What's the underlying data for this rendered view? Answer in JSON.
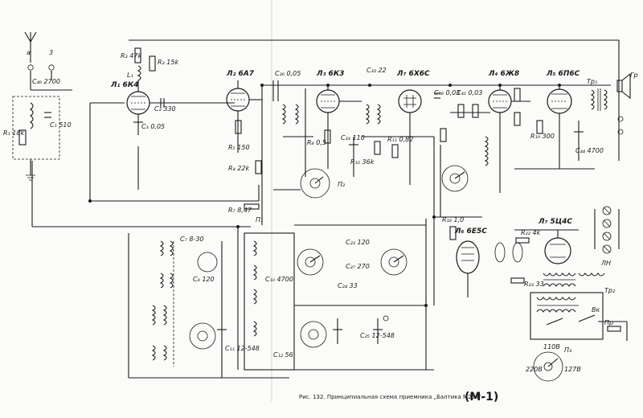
{
  "antenna": {
    "label_a": "a",
    "label_3": "3"
  },
  "input_circuit": {
    "c_top": "C₄₉ 2700",
    "r1": "R₁ 18k",
    "c1": "C₁ 510"
  },
  "tubes": [
    {
      "label": "Л₁ 6К4"
    },
    {
      "label": "Л₂ 6А7"
    },
    {
      "label": "Л₃ 6К3"
    },
    {
      "label": "Л₄ 6Ж8"
    },
    {
      "label": "Л₅ 6П6С"
    },
    {
      "label": "Л₇ 6Х6С"
    },
    {
      "label": "Л₆ 6Е5С"
    },
    {
      "label": "Л₇ 5Ц4С"
    }
  ],
  "components": [
    {
      "label": "R₃ 47k"
    },
    {
      "label": "R₂ 15k"
    },
    {
      "label": "L₁"
    },
    {
      "label": "C₂ 330"
    },
    {
      "label": "C₃ 0,05"
    },
    {
      "label": "R₅ 150"
    },
    {
      "label": "R₄ 22k"
    },
    {
      "label": "R₇ 8,47"
    },
    {
      "label": "C₂₆ 0,05"
    },
    {
      "label": "C₃₂ 22"
    },
    {
      "label": "R₁₀ 36k"
    },
    {
      "label": "R₈ 0,5"
    },
    {
      "label": "R₁₁ 0,82"
    },
    {
      "label": "C₃₃ 110"
    },
    {
      "label": "C₃₈ 0,03"
    },
    {
      "label": "C₄₁ 0,03"
    },
    {
      "label": "R₁₉ 300"
    },
    {
      "label": "C₄₄ 4700"
    },
    {
      "label": "Тр₁"
    },
    {
      "label": "Гр"
    },
    {
      "label": "R₁₈ 1,0"
    },
    {
      "label": "R₂₂ 4k"
    },
    {
      "label": "R₂₃ 33"
    },
    {
      "label": "Тр₂"
    },
    {
      "label": "ЛН"
    },
    {
      "label": "Вк"
    },
    {
      "label": "Пр"
    },
    {
      "label": "C₇ 8-30"
    },
    {
      "label": "C₈ 120"
    },
    {
      "label": "C₂₃ 120"
    },
    {
      "label": "C₁₀ 4700"
    },
    {
      "label": "C₂₄ 33"
    },
    {
      "label": "C₁₁ 12-548"
    },
    {
      "label": "C₂₅ 12-548"
    },
    {
      "label": "C₂₇ 270"
    },
    {
      "label": "C₁₂ 56"
    },
    {
      "label": "П₁"
    },
    {
      "label": "П₂"
    }
  ],
  "voltage_selector": {
    "label": "П₃",
    "opt_110": "110В",
    "opt_127": "127В",
    "opt_220": "220В"
  },
  "caption": "Рис. 132. Принципиальная схема приемника „Балтика М254\".",
  "badge": "(М-1)"
}
